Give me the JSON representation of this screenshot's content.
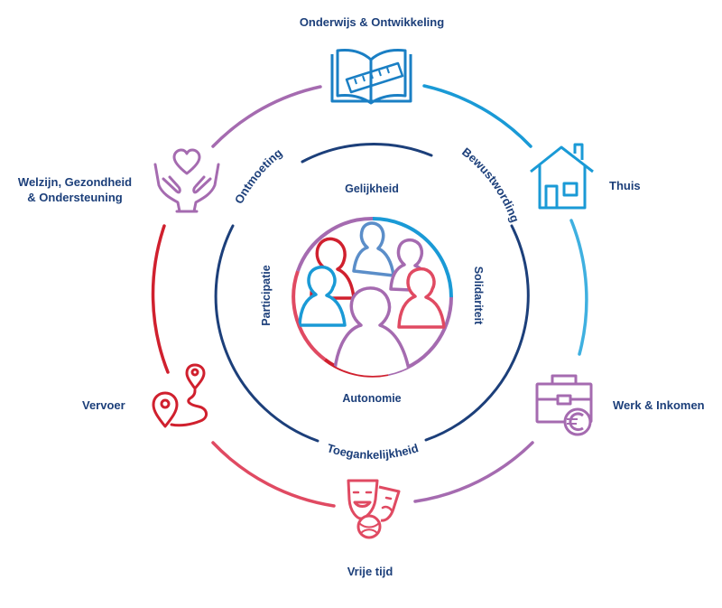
{
  "domains": {
    "onderwijs": "Onderwijs & Ontwikkeling",
    "thuis": "Thuis",
    "werk": "Werk & Inkomen",
    "vrije_tijd": "Vrije tijd",
    "vervoer": "Vervoer",
    "welzijn_line1": "Welzijn, Gezondheid",
    "welzijn_line2": "& Ondersteuning"
  },
  "ring_words": {
    "ontmoeting": "Ontmoeting",
    "bewustwording": "Bewustwording",
    "toegankelijkheid": "Toegankelijkheid"
  },
  "values": {
    "gelijkheid": "Gelijkheid",
    "participatie": "Participatie",
    "solidariteit": "Solidariteit",
    "autonomie": "Autonomie"
  },
  "colors": {
    "navy": "#1c3f7a",
    "blue": "#1a9ad6",
    "purple": "#a56bb0",
    "red": "#d0202e",
    "pink": "#e04a62",
    "lightblue": "#3fb0e0"
  },
  "icons": {
    "onderwijs": "book-ruler-icon",
    "thuis": "house-icon",
    "werk": "briefcase-euro-icon",
    "vrije_tijd": "theater-masks-icon",
    "vervoer": "route-pins-icon",
    "welzijn": "hands-heart-icon",
    "center": "people-group-icon"
  }
}
